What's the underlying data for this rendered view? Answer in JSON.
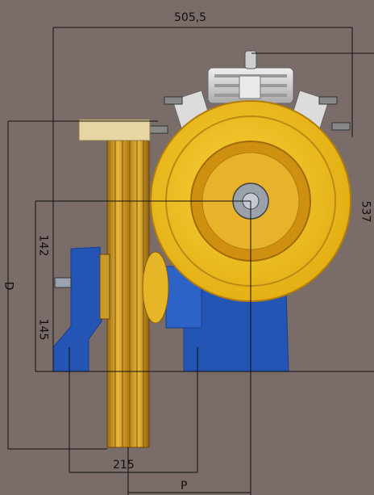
{
  "dimensions": {
    "total_width": "505,5",
    "height": "537",
    "upper_offset": "142",
    "lower_offset": "145",
    "diameter_symbol": "D",
    "base_width": "215",
    "pitch_symbol": "P"
  },
  "colors": {
    "background": "#7a6c68",
    "sheave": "#f2c318",
    "sheave_shade": "#d29a10",
    "pulley": "#d7a21c",
    "frame": "#2454b4",
    "frame_dark": "#173f8f",
    "motor": "#d8d8d8",
    "line": "#111111"
  }
}
